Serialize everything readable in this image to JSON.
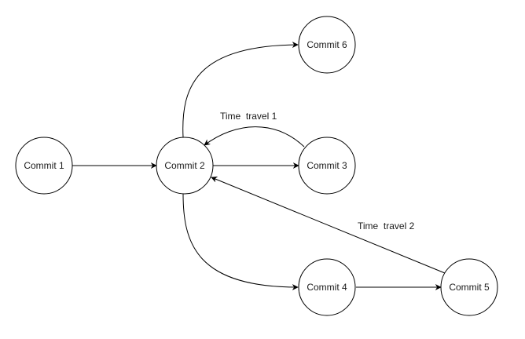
{
  "nodes": [
    {
      "id": "c1",
      "label": "Commit 1"
    },
    {
      "id": "c2",
      "label": "Commit 2"
    },
    {
      "id": "c3",
      "label": "Commit 3"
    },
    {
      "id": "c4",
      "label": "Commit 4"
    },
    {
      "id": "c5",
      "label": "Commit 5"
    },
    {
      "id": "c6",
      "label": "Commit 6"
    }
  ],
  "edges": [
    {
      "from": "c1",
      "to": "c2",
      "label": ""
    },
    {
      "from": "c2",
      "to": "c3",
      "label": ""
    },
    {
      "from": "c2",
      "to": "c6",
      "label": ""
    },
    {
      "from": "c2",
      "to": "c4",
      "label": ""
    },
    {
      "from": "c4",
      "to": "c5",
      "label": ""
    },
    {
      "from": "c3",
      "to": "c2",
      "label": "Time  travel 1"
    },
    {
      "from": "c5",
      "to": "c2",
      "label": "Time  travel 2"
    }
  ],
  "labels": {
    "time_travel_1": "Time  travel 1",
    "time_travel_2": "Time  travel 2"
  },
  "colors": {
    "stroke": "#000000",
    "fill": "#ffffff",
    "text": "#1a1a1a"
  }
}
